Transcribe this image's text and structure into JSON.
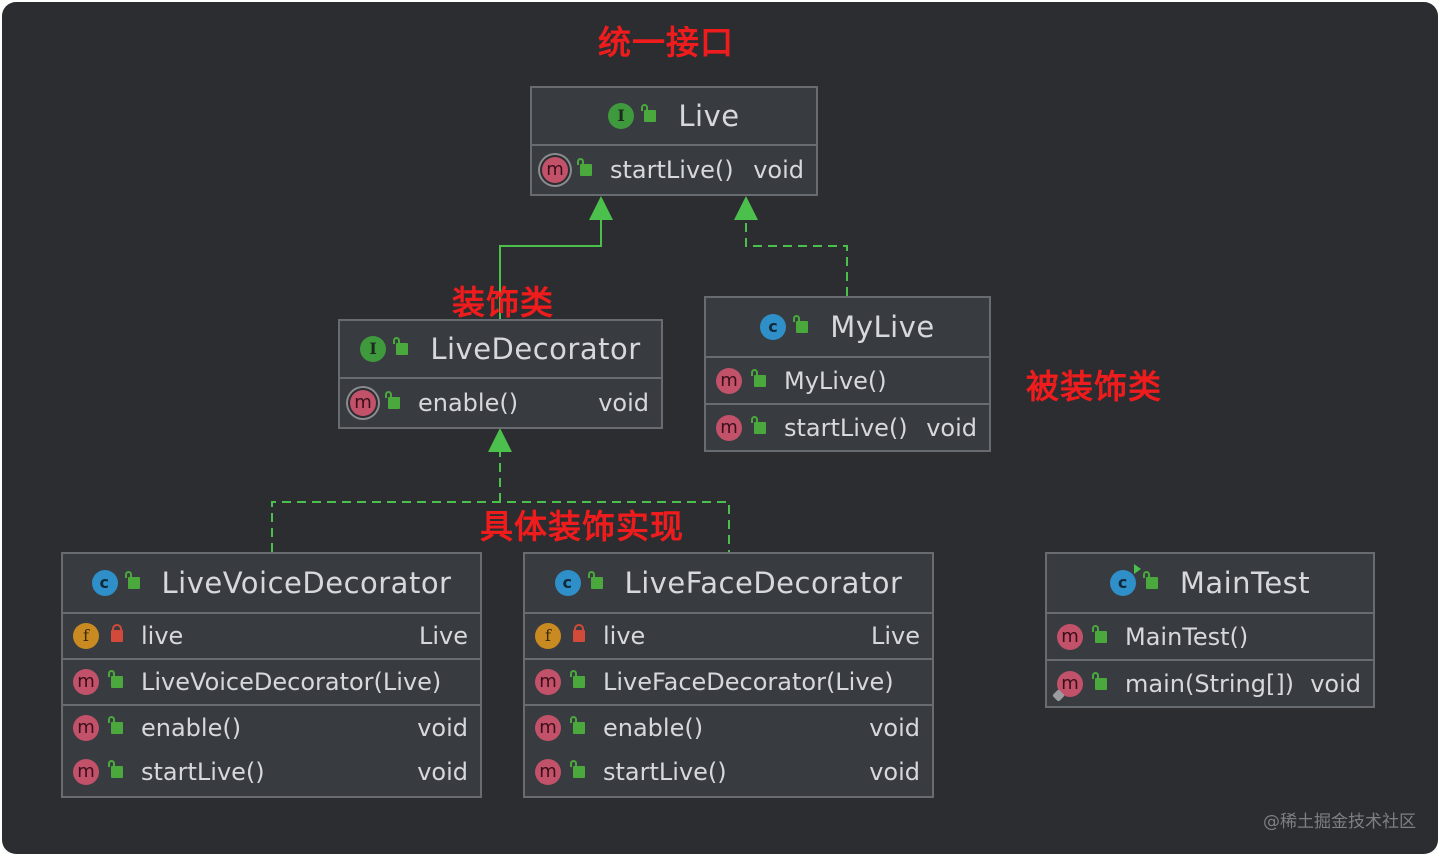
{
  "annotations": {
    "interface_note": "统一接口",
    "decorator_note": "装饰类",
    "decorated_note": "被装饰类",
    "concrete_note": "具体装饰实现"
  },
  "watermark": "@稀土掘金技术社区",
  "colors": {
    "background": "#2b2d31",
    "box_fill": "#383b40",
    "box_border": "#686b70",
    "arrow": "#4cc04c",
    "note": "#ee1c1c"
  },
  "classes": {
    "live": {
      "name": "Live",
      "kind": "I",
      "rows": [
        {
          "icon": "m",
          "name": "startLive()",
          "type": "void"
        }
      ]
    },
    "live_decorator": {
      "name": "LiveDecorator",
      "kind": "I",
      "rows": [
        {
          "icon": "m",
          "name": "enable()",
          "type": "void"
        }
      ]
    },
    "my_live": {
      "name": "MyLive",
      "kind": "C",
      "rows": [
        {
          "icon": "m",
          "name": "MyLive()",
          "type": ""
        },
        {
          "icon": "m",
          "name": "startLive()",
          "type": "void"
        }
      ]
    },
    "live_voice_decorator": {
      "name": "LiveVoiceDecorator",
      "kind": "C",
      "rows": [
        {
          "icon": "f",
          "name": "live",
          "type": "Live"
        },
        {
          "icon": "m",
          "name": "LiveVoiceDecorator(Live)",
          "type": ""
        },
        {
          "icon": "m",
          "name": "enable()",
          "type": "void"
        },
        {
          "icon": "m",
          "name": "startLive()",
          "type": "void"
        }
      ]
    },
    "live_face_decorator": {
      "name": "LiveFaceDecorator",
      "kind": "C",
      "rows": [
        {
          "icon": "f",
          "name": "live",
          "type": "Live"
        },
        {
          "icon": "m",
          "name": "LiveFaceDecorator(Live)",
          "type": ""
        },
        {
          "icon": "m",
          "name": "enable()",
          "type": "void"
        },
        {
          "icon": "m",
          "name": "startLive()",
          "type": "void"
        }
      ]
    },
    "main_test": {
      "name": "MainTest",
      "kind": "C",
      "rows": [
        {
          "icon": "m",
          "name": "MainTest()",
          "type": ""
        },
        {
          "icon": "m",
          "name": "main(String[])",
          "type": "void"
        }
      ]
    }
  }
}
